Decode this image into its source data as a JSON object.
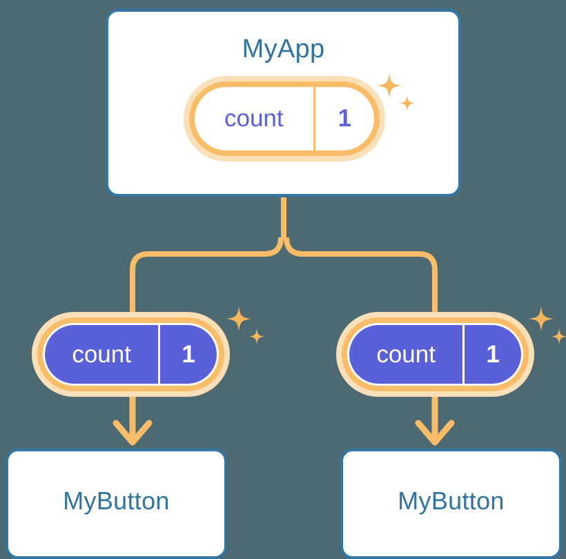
{
  "diagram": {
    "title_text": "MyApp",
    "background_color": "#4d6a73",
    "card_border_color": "#3277a4",
    "card_title_color": "#2f739e",
    "accent_orange": "#f9bd6a",
    "accent_orange_light": "#fae0b9",
    "accent_purple": "#5a60d8"
  },
  "app_card": {
    "title": "MyApp",
    "state_pill": {
      "key": "count",
      "value": "1"
    }
  },
  "children": [
    {
      "state_pill": {
        "key": "count",
        "value": "1"
      },
      "card_title": "MyButton"
    },
    {
      "state_pill": {
        "key": "count",
        "value": "1"
      },
      "card_title": "MyButton"
    }
  ],
  "icons": {
    "sparkle_large": "sparkle-icon",
    "sparkle_small": "sparkle-small-icon",
    "arrow_down": "arrow-down-icon"
  }
}
